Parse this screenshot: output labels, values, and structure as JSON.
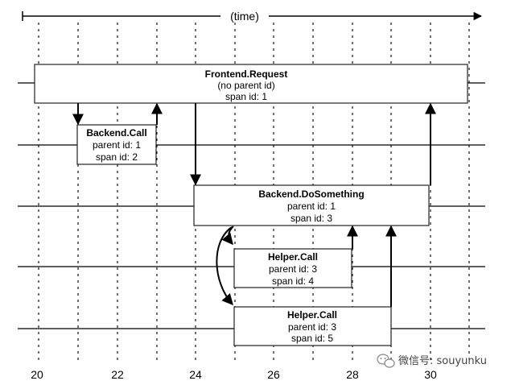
{
  "time_label": "(time)",
  "ticks": [
    "20",
    "22",
    "24",
    "26",
    "28",
    "30"
  ],
  "spans": [
    {
      "id": "frontend-request",
      "title": "Frontend.Request",
      "line1": "(no parent id)",
      "line2": "span id: 1"
    },
    {
      "id": "backend-call",
      "title": "Backend.Call",
      "line1": "parent id: 1",
      "line2": "span id: 2"
    },
    {
      "id": "backend-dosomething",
      "title": "Backend.DoSomething",
      "line1": "parent id: 1",
      "line2": "span id: 3"
    },
    {
      "id": "helper-call-1",
      "title": "Helper.Call",
      "line1": "parent id: 3",
      "line2": "span id: 4"
    },
    {
      "id": "helper-call-2",
      "title": "Helper.Call",
      "line1": "parent id: 3",
      "line2": "span id: 5"
    }
  ],
  "watermark": {
    "text": "微信号: souyunku",
    "icon": "wechat-icon"
  }
}
